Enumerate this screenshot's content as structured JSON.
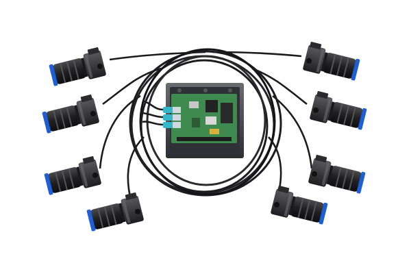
{
  "scene": {
    "subject": "multi-camera-kit",
    "colors": {
      "background": "#ffffff",
      "cable": "#1c1c1e",
      "camera_body": "#2a2a2c",
      "lens_ring": "#1f5fd6",
      "enclosure": "#3b3d42",
      "pcb": "#3f8a4f",
      "connector": "#34b7c9"
    },
    "cameras": [
      {
        "id": "camera-1",
        "facing": "left"
      },
      {
        "id": "camera-2",
        "facing": "left"
      },
      {
        "id": "camera-3",
        "facing": "left"
      },
      {
        "id": "camera-4",
        "facing": "left"
      },
      {
        "id": "camera-5",
        "facing": "right"
      },
      {
        "id": "camera-6",
        "facing": "right"
      },
      {
        "id": "camera-7",
        "facing": "right"
      },
      {
        "id": "camera-8",
        "facing": "right"
      }
    ]
  }
}
